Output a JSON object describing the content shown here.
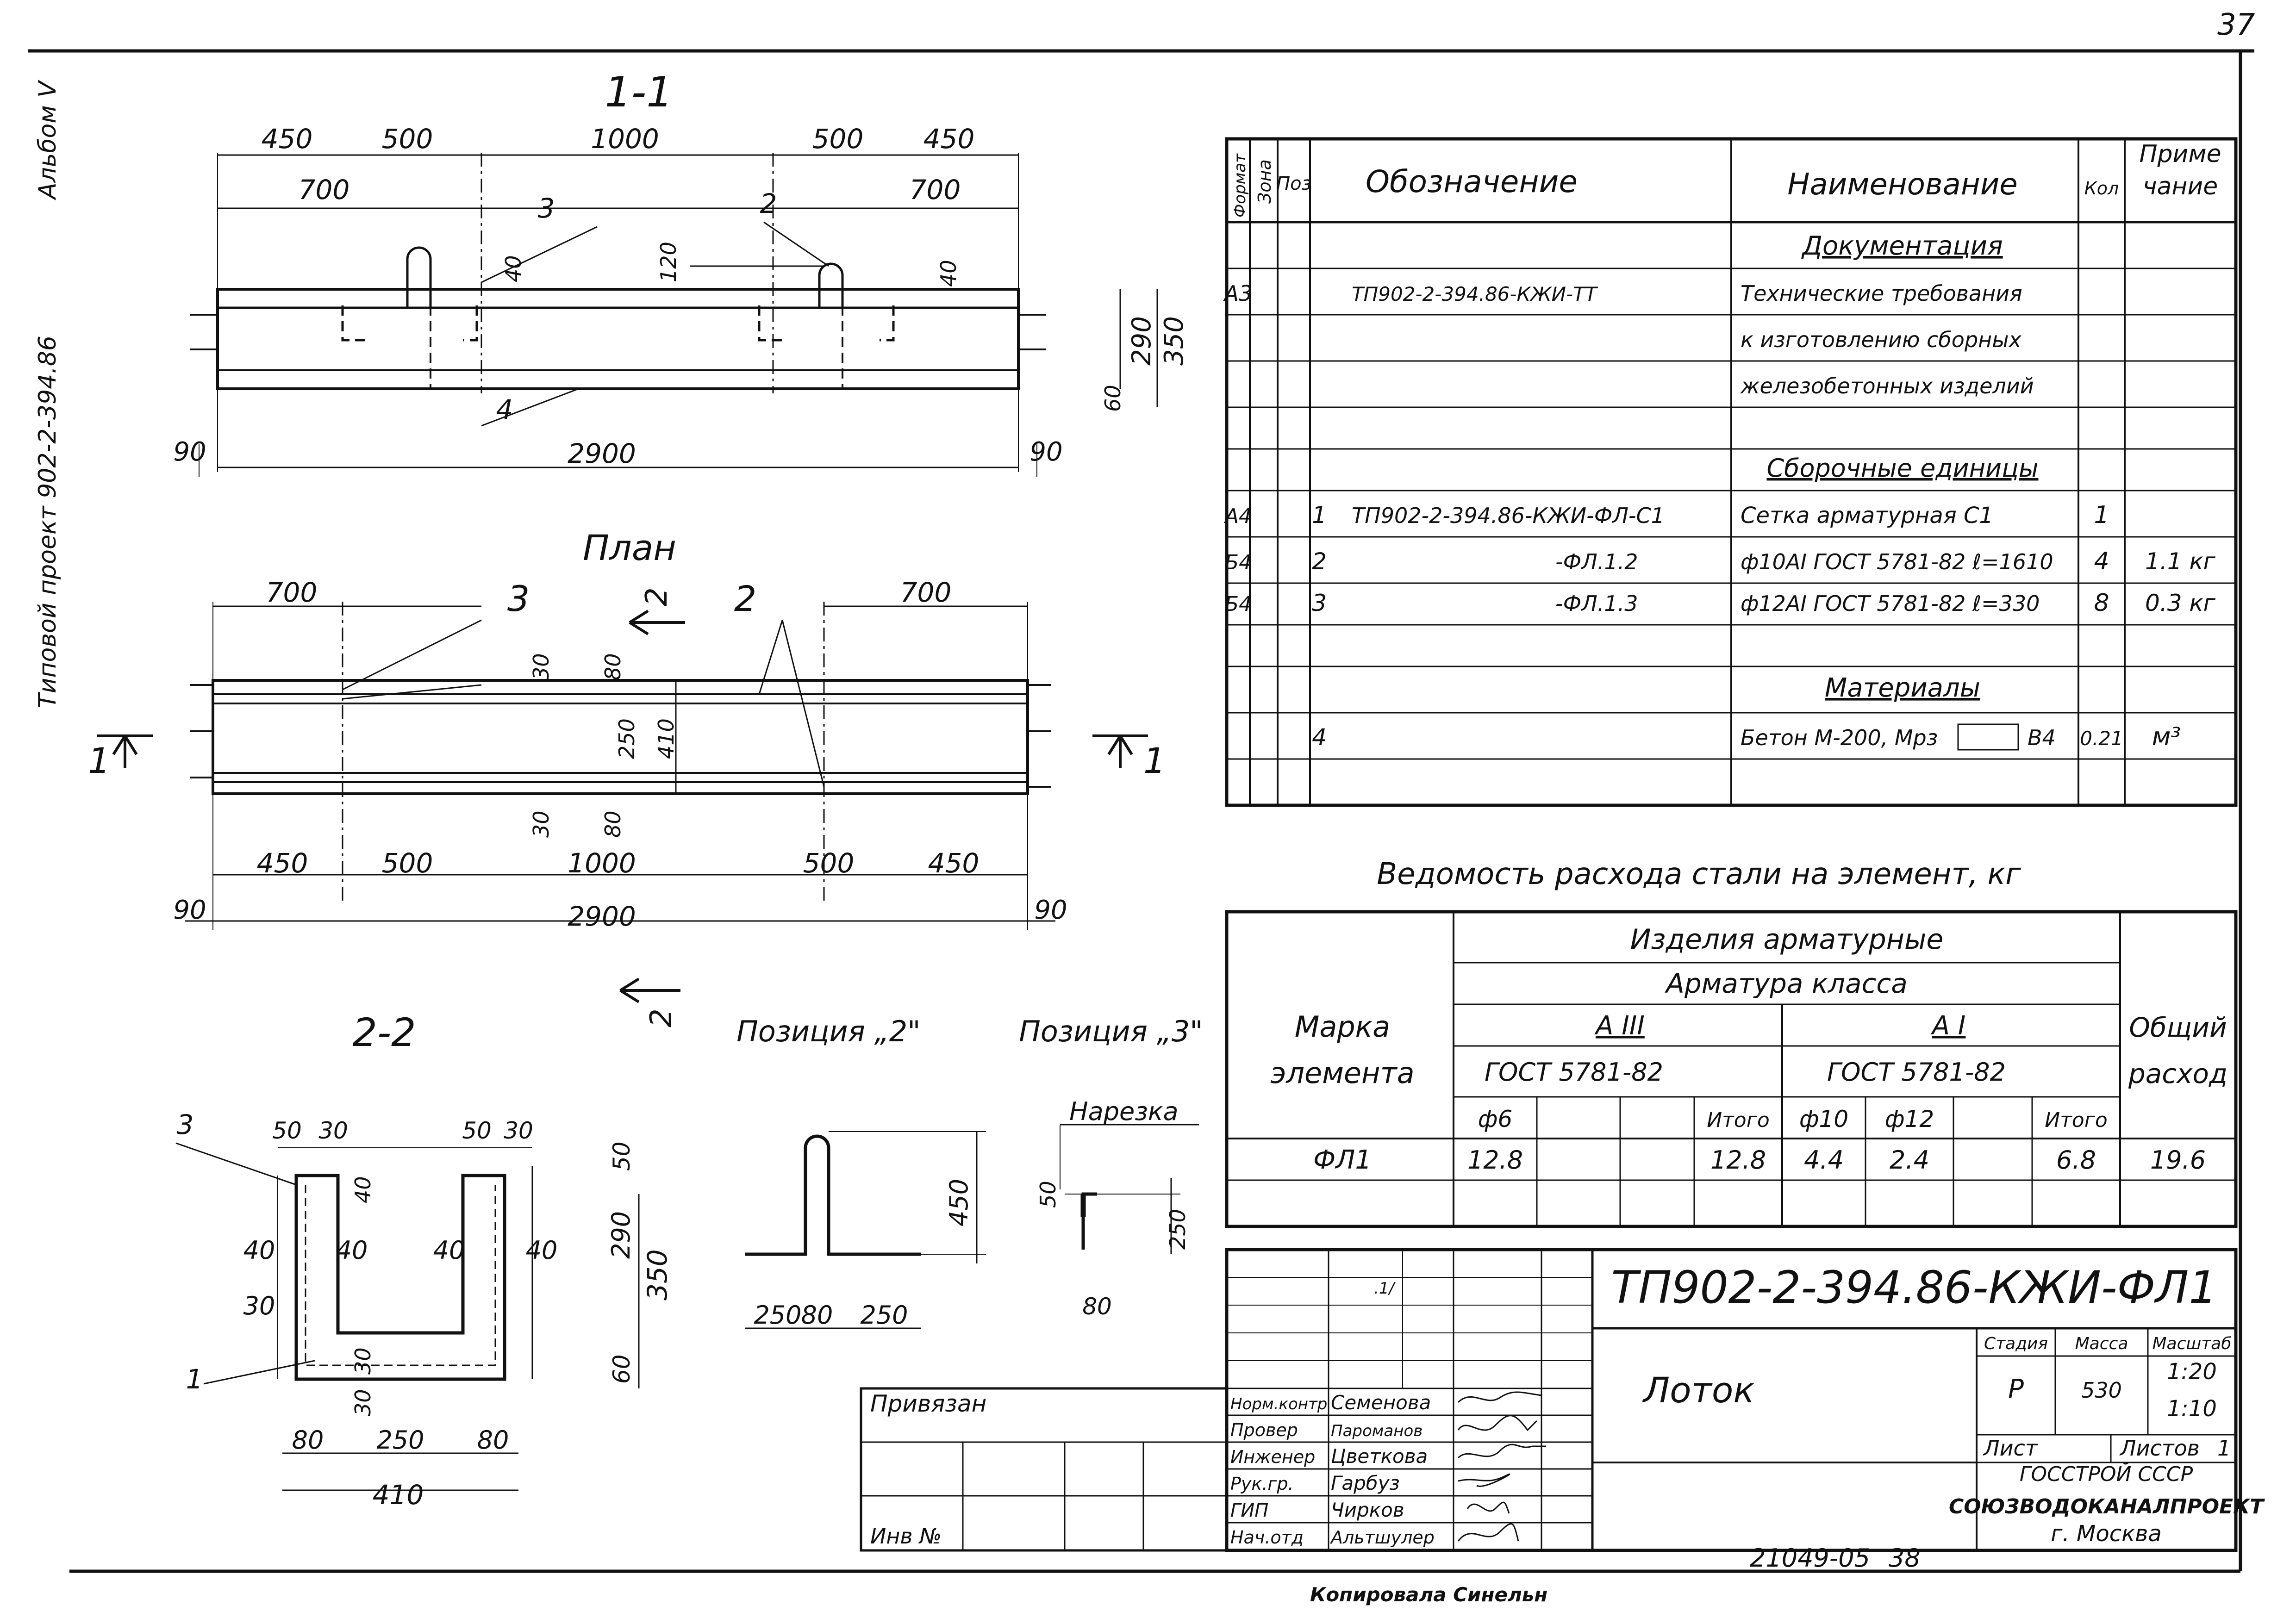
{
  "sheet": {
    "page_number": "37",
    "side_label_album": "Альбом V",
    "side_label_project": "Типовой проект 902-2-394.86"
  },
  "section_1_1": {
    "title": "1-1",
    "top_dims": [
      "450",
      "500",
      "1000",
      "500",
      "450"
    ],
    "second_dims": [
      "700",
      "700"
    ],
    "leaders": [
      "3",
      "2",
      "4"
    ],
    "local_dims": [
      "40",
      "120",
      "40"
    ],
    "right_dims": [
      "290",
      "350",
      "60"
    ],
    "bottom_dims": [
      "90",
      "2900",
      "90"
    ]
  },
  "plan": {
    "title": "План",
    "top_dims": [
      "700",
      "700"
    ],
    "leaders": [
      "3",
      "2"
    ],
    "section_mark_top": "2",
    "section_mark_bottom": "2",
    "vertical_dims_upper": [
      "30",
      "80"
    ],
    "vertical_dims_middle": [
      "250",
      "410"
    ],
    "vertical_dims_lower": [
      "30",
      "80"
    ],
    "bottom_dims": [
      "450",
      "500",
      "1000",
      "500",
      "450"
    ],
    "overall_dims": [
      "90",
      "2900",
      "90"
    ],
    "cut_left": "1",
    "cut_right": "1"
  },
  "section_2_2": {
    "title": "2-2",
    "top_dims": [
      "50",
      "30",
      "50",
      "30"
    ],
    "leaders": [
      "3",
      "1"
    ],
    "side_dims": [
      "40",
      "40",
      "40",
      "40",
      "30",
      "40"
    ],
    "bottom_dims_local": [
      "30",
      "30"
    ],
    "right_dims": [
      "50",
      "290",
      "350",
      "60"
    ],
    "bottom_dims": [
      "80",
      "250",
      "80"
    ],
    "total_width": "410"
  },
  "position_2": {
    "title": "Позиция „2\"",
    "height": "450",
    "bottom_dims": [
      "250",
      "80",
      "250"
    ]
  },
  "position_3": {
    "title": "Позиция „3\"",
    "thread_label": "Нарезка",
    "dims": [
      "50",
      "250",
      "80"
    ]
  },
  "spec_table": {
    "headers": {
      "format": "Формат",
      "zone": "Зона",
      "pos": "Поз",
      "designation": "Обозначение",
      "name": "Наименование",
      "qty": "Кол",
      "note_1": "Приме",
      "note_2": "чание"
    },
    "rows": [
      {
        "format": "",
        "zone": "",
        "pos": "",
        "designation": "",
        "name": "Документация",
        "qty": "",
        "note": "",
        "heading": true
      },
      {
        "format": "А3",
        "zone": "",
        "pos": "",
        "designation": "ТП902-2-394.86-КЖИ-ТТ",
        "name": "Технические требования",
        "qty": "",
        "note": "",
        "heading": false
      },
      {
        "format": "",
        "zone": "",
        "pos": "",
        "designation": "",
        "name": "к изготовлению сборных",
        "qty": "",
        "note": "",
        "heading": false
      },
      {
        "format": "",
        "zone": "",
        "pos": "",
        "designation": "",
        "name": "железобетонных изделий",
        "qty": "",
        "note": "",
        "heading": false
      },
      {
        "format": "",
        "zone": "",
        "pos": "",
        "designation": "",
        "name": "",
        "qty": "",
        "note": "",
        "heading": false
      },
      {
        "format": "",
        "zone": "",
        "pos": "",
        "designation": "",
        "name": "Сборочные единицы",
        "qty": "",
        "note": "",
        "heading": true
      },
      {
        "format": "А4",
        "zone": "",
        "pos": "1",
        "designation": "ТП902-2-394.86-КЖИ-ФЛ-С1",
        "name": "Сетка арматурная С1",
        "qty": "1",
        "note": "",
        "heading": false
      },
      {
        "format": "Б4",
        "zone": "",
        "pos": "2",
        "designation": "-ФЛ.1.2",
        "name": "ф10АI ГОСТ 5781-82 ℓ=1610",
        "qty": "4",
        "note": "1.1 кг",
        "heading": false
      },
      {
        "format": "Б4",
        "zone": "",
        "pos": "3",
        "designation": "-ФЛ.1.3",
        "name": "ф12АI ГОСТ 5781-82 ℓ=330",
        "qty": "8",
        "note": "0.3 кг",
        "heading": false
      },
      {
        "format": "",
        "zone": "",
        "pos": "",
        "designation": "",
        "name": "",
        "qty": "",
        "note": "",
        "heading": false
      },
      {
        "format": "",
        "zone": "",
        "pos": "",
        "designation": "",
        "name": "Материалы",
        "qty": "",
        "note": "",
        "heading": true
      },
      {
        "format": "",
        "zone": "",
        "pos": "4",
        "designation": "",
        "name": "Бетон М-200, Мрз",
        "name_suffix": "В4",
        "qty": "0.21",
        "note": "м³",
        "heading": false
      },
      {
        "format": "",
        "zone": "",
        "pos": "",
        "designation": "",
        "name": "",
        "qty": "",
        "note": "",
        "heading": false
      }
    ]
  },
  "steel_table": {
    "title": "Ведомость расхода стали на элемент, кг",
    "header_items": "Изделия арматурные",
    "header_class": "Арматура класса",
    "class_a3": "А III",
    "class_a1": "А I",
    "gost_a3": "ГОСТ 5781-82",
    "gost_a1": "ГОСТ 5781-82",
    "mark_header_1": "Марка",
    "mark_header_2": "элемента",
    "total_header_1": "Общий",
    "total_header_2": "расход",
    "sub_cols": [
      "ф6",
      "",
      "",
      "Итого",
      "ф10",
      "ф12",
      "",
      "Итого"
    ],
    "rows": [
      {
        "mark": "ФЛ1",
        "values": [
          "12.8",
          "",
          "",
          "12.8",
          "4.4",
          "2.4",
          "",
          "6.8"
        ],
        "total": "19.6"
      }
    ]
  },
  "title_block": {
    "code": "ТП902-2-394.86-КЖИ-ФЛ1",
    "name": "Лоток",
    "stage_header": "Стадия",
    "mass_header": "Масса",
    "scale_header": "Масштаб",
    "stage": "Р",
    "mass": "530",
    "scale_1": "1:20",
    "scale_2": "1:10",
    "sheet_label": "Лист",
    "sheets_label": "Листов",
    "sheets_value": "1",
    "org_1": "ГОССТРОЙ СССР",
    "org_2": "СОЮЗВОДОКАНАЛПРОЕКТ",
    "org_3": "г. Москва",
    "mark_note": ".1/",
    "roles": [
      {
        "role": "Норм.контр",
        "name": "Семенова"
      },
      {
        "role": "Провер",
        "name": "Пароманов"
      },
      {
        "role": "Инженер",
        "name": "Цветкова"
      },
      {
        "role": "Рук.гр.",
        "name": "Гарбуз"
      },
      {
        "role": "ГИП",
        "name": "Чирков"
      },
      {
        "role": "Нач.отд",
        "name": "Альтшулер"
      }
    ],
    "bound_label": "Привязан",
    "inv_label": "Инв №"
  },
  "footer": {
    "order_number": "21049-05",
    "sheet_number": "38",
    "copied_note": "Копировала Синельн"
  }
}
